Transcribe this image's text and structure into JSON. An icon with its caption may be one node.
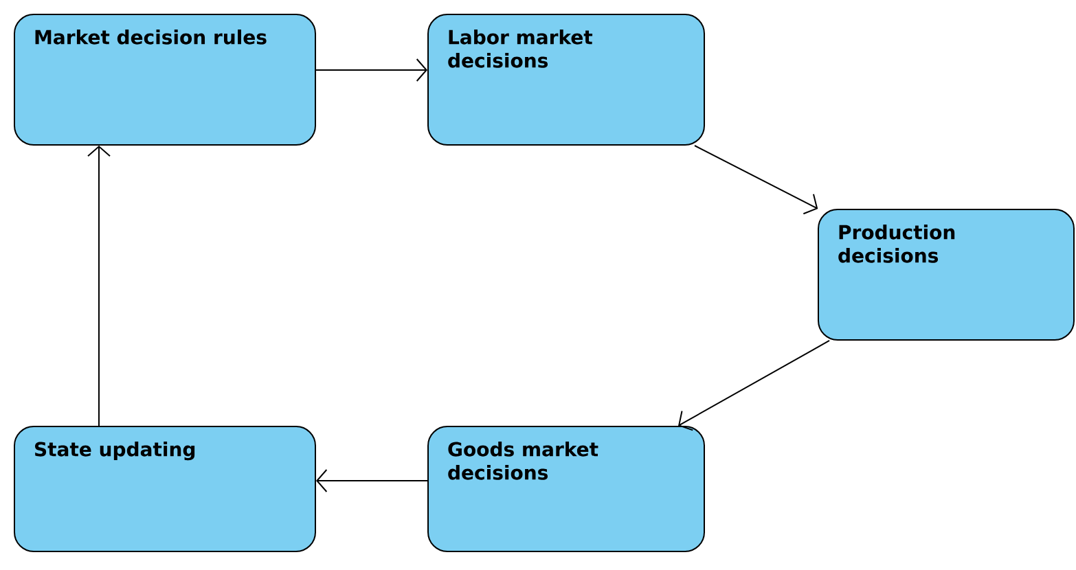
{
  "diagram": {
    "nodes": [
      {
        "text": [
          "Market decision rules"
        ]
      },
      {
        "text": [
          "Labor market decisions"
        ]
      },
      {
        "text": [
          "Production decisions"
        ]
      },
      {
        "text": [
          "State updating"
        ]
      },
      {
        "text": [
          "Goods market decisions"
        ]
      }
    ],
    "edges": [
      {
        "from": 0,
        "to": 1,
        "arrow": "to"
      },
      {
        "from": 1,
        "to": 2,
        "arrow": "to"
      },
      {
        "from": 2,
        "to": 4,
        "arrow": "to"
      },
      {
        "from": 4,
        "to": 3,
        "arrow": "to"
      },
      {
        "from": 3,
        "to": 0,
        "arrow": "to"
      }
    ]
  }
}
